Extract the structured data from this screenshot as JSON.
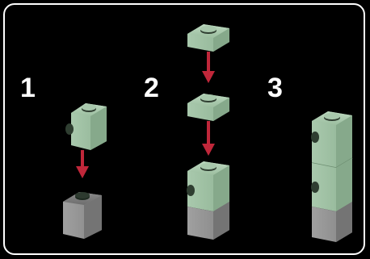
{
  "steps": [
    {
      "number": "1"
    },
    {
      "number": "2"
    },
    {
      "number": "3"
    }
  ],
  "colors": {
    "background": "#000000",
    "frame": "#ffffff",
    "step_number": "#ffffff",
    "brick_green": "#a8c8ac",
    "brick_green_dark": "#6d8e71",
    "brick_grey": "#9a9a9a",
    "brick_grey_dark": "#5e5e5e",
    "arrow": "#c0273a"
  },
  "icons": [
    "green-1x1-brick",
    "grey-1x1-brick",
    "green-1x1-plate",
    "down-arrow"
  ]
}
